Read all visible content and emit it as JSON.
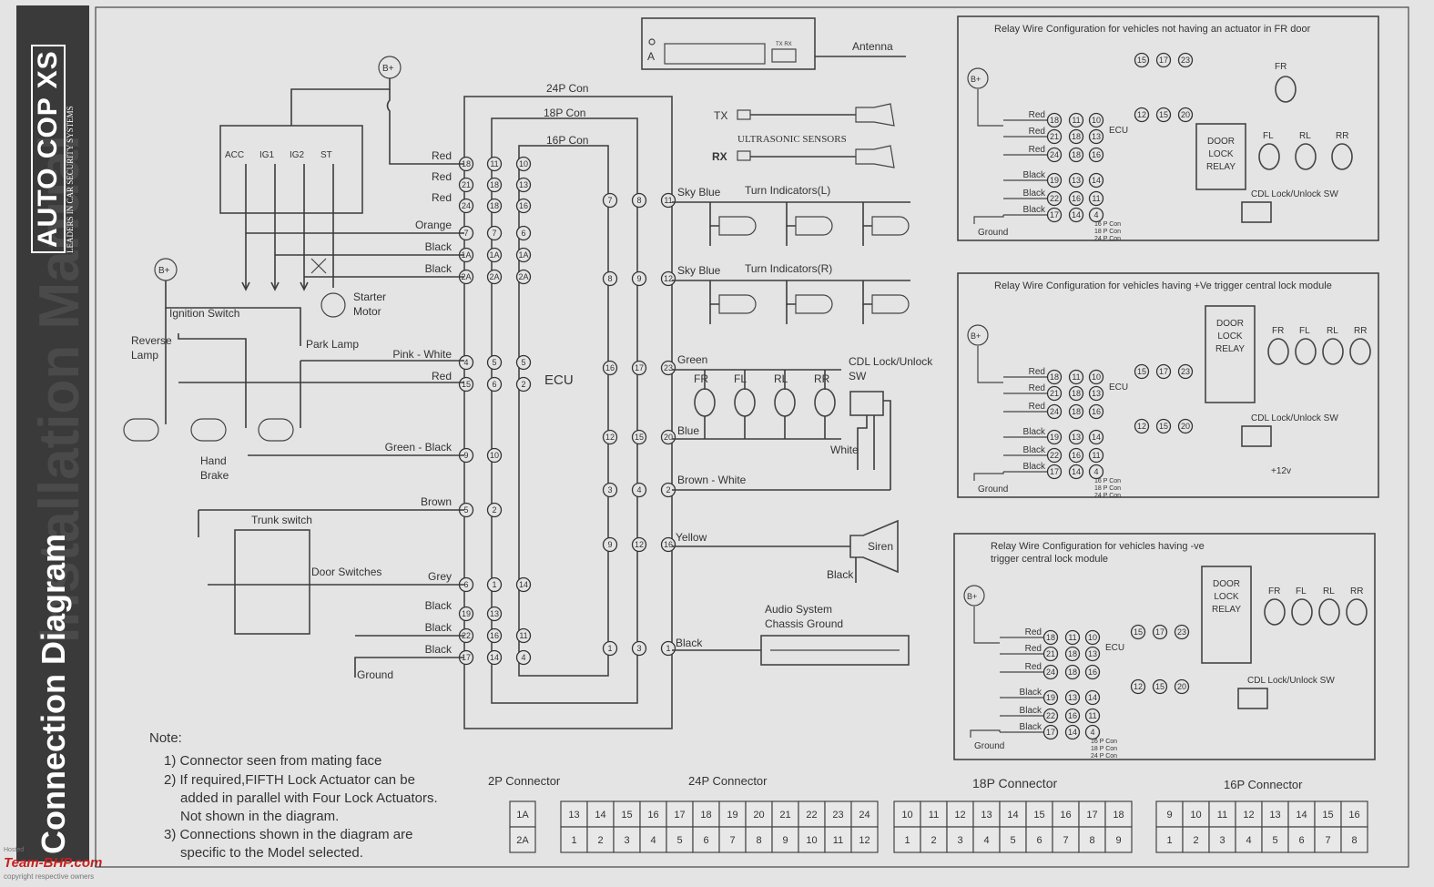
{
  "sidebar": {
    "brand": "AUTO COP XS",
    "tagline": "LEADERS IN CAR SECURITY SYSTEMS",
    "watermark": "Installation Manual",
    "title": "Connection Diagram",
    "footer_site": "Team-BHP.com",
    "footer_copy": "copyright respective owners",
    "footer_host": "Hosted"
  },
  "main": {
    "connectors": {
      "c24": "24P Con",
      "c18": "18P Con",
      "c16": "16P Con"
    },
    "ecu": "ECU",
    "antenna_block": {
      "label": "Antenna",
      "letter": "A",
      "tx_rx": "TX RX"
    },
    "ultrasonic": {
      "tx": "TX",
      "rx": "RX",
      "label": "ULTRASONIC SENSORS"
    },
    "power": {
      "bplus": "B+"
    },
    "ignition": {
      "acc": "ACC",
      "ig1": "IG1",
      "ig2": "IG2",
      "st": "ST"
    },
    "left_labels": {
      "starter": "Starter",
      "motor": "Motor",
      "ignition_switch": "Ignition Switch",
      "reverse": "Reverse",
      "lamp": "Lamp",
      "park_lamp": "Park Lamp",
      "hand": "Hand",
      "brake": "Brake",
      "trunk": "Trunk switch",
      "door": "Door Switches",
      "ground": "Ground"
    },
    "left_wires": [
      "Red",
      "Red",
      "Red",
      "Orange",
      "Black",
      "Black",
      "Pink - White",
      "Red",
      "Green  - Black",
      "Brown",
      "Grey",
      "Black",
      "Black",
      "Black"
    ],
    "pins24": [
      "18",
      "21",
      "24",
      "7",
      "1A",
      "2A",
      "4",
      "15",
      "9",
      "5",
      "6",
      "19",
      "22",
      "17"
    ],
    "pins18": [
      "11",
      "18",
      "18",
      "7",
      "1A",
      "2A",
      "5",
      "6",
      "10",
      "2",
      "1",
      "13",
      "16",
      "14"
    ],
    "pins16": [
      "10",
      "13",
      "16",
      "6",
      "1A",
      "2A",
      "5",
      "2",
      "14",
      "11",
      "4"
    ],
    "mid_pins": {
      "a": [
        "7",
        "8",
        "16",
        "12",
        "3",
        "9",
        "1"
      ],
      "b": [
        "8",
        "9",
        "17",
        "15",
        "4",
        "12",
        "3"
      ],
      "c": [
        "11",
        "12",
        "23",
        "20",
        "2",
        "16",
        "1"
      ]
    },
    "right_wires": {
      "sky1": "Sky Blue",
      "turnL": "Turn Indicators(L)",
      "sky2": "Sky Blue",
      "turnR": "Turn Indicators(R)",
      "green": "Green",
      "blue": "Blue",
      "brown_white": "Brown - White",
      "yellow": "Yellow",
      "siren": "Siren",
      "black_siren": "Black",
      "audio1": "Audio System",
      "audio2": "Chassis Ground",
      "black_audio": "Black",
      "cdl1": "CDL Lock/Unlock",
      "cdl2": "SW",
      "white": "White"
    },
    "motors": [
      "FR",
      "FL",
      "RL",
      "RR"
    ],
    "notes": {
      "title": "Note:",
      "n1": "1) Connector  seen from mating face",
      "n2a": "2) If required,FIFTH Lock Actuator can be",
      "n2b": "added in parallel with Four Lock Actuators.",
      "n2c": "Not shown in the diagram.",
      "n3a": "3) Connections shown in the diagram are",
      "n3b": "specific to the Model selected."
    }
  },
  "relay_panels": [
    {
      "title": "Relay Wire Configuration for vehicles not having an actuator in FR door",
      "ground": "Ground",
      "ecu": "ECU",
      "relay1": "DOOR",
      "relay2": "LOCK",
      "relay3": "RELAY",
      "sw": "CDL Lock/Unlock SW",
      "extra": "",
      "motors": [
        "FL",
        "RL",
        "RR"
      ],
      "top_motor": "FR"
    },
    {
      "title": "Relay Wire Configuration for vehicles  having +Ve trigger central lock module",
      "ground": "Ground",
      "ecu": "ECU",
      "relay1": "DOOR",
      "relay2": "LOCK",
      "relay3": "RELAY",
      "sw": "CDL Lock/Unlock SW",
      "extra": "+12v",
      "motors": [
        "FR",
        "FL",
        "RL",
        "RR"
      ]
    },
    {
      "title": "Relay Wire Configuration for vehicles having -ve",
      "title2": "trigger central lock module",
      "ground": "Ground",
      "ecu": "ECU",
      "relay1": "DOOR",
      "relay2": "LOCK",
      "relay3": "RELAY",
      "sw": "CDL Lock/Unlock SW",
      "extra": "",
      "motors": [
        "FR",
        "FL",
        "RL",
        "RR"
      ]
    }
  ],
  "relay_wires": [
    "Red",
    "Red",
    "Red",
    "Black",
    "Black",
    "Black"
  ],
  "relay_pins": {
    "c24": [
      "18",
      "21",
      "24",
      "19",
      "22",
      "17"
    ],
    "c18": [
      "11",
      "18",
      "18",
      "13",
      "16",
      "14"
    ],
    "c16": [
      "10",
      "13",
      "16",
      "14",
      "11",
      "4"
    ],
    "top": [
      "15",
      "17",
      "23"
    ],
    "bottom": [
      "12",
      "15",
      "20"
    ]
  },
  "relay_con_labels": [
    "16 P Con",
    "18 P Con",
    "24 P Con"
  ],
  "bottom_connectors": {
    "p2": {
      "title": "2P Connector",
      "cells": [
        "1A",
        "2A"
      ]
    },
    "p24": {
      "title": "24P Connector",
      "top": [
        "13",
        "14",
        "15",
        "16",
        "17",
        "18",
        "19",
        "20",
        "21",
        "22",
        "23",
        "24"
      ],
      "bottom": [
        "1",
        "2",
        "3",
        "4",
        "5",
        "6",
        "7",
        "8",
        "9",
        "10",
        "11",
        "12"
      ]
    },
    "p18": {
      "title": "18P Connector",
      "top": [
        "10",
        "11",
        "12",
        "13",
        "14",
        "15",
        "16",
        "17",
        "18"
      ],
      "bottom": [
        "1",
        "2",
        "3",
        "4",
        "5",
        "6",
        "7",
        "8",
        "9"
      ]
    },
    "p16": {
      "title": "16P Connector",
      "top": [
        "9",
        "10",
        "11",
        "12",
        "13",
        "14",
        "15",
        "16"
      ],
      "bottom": [
        "1",
        "2",
        "3",
        "4",
        "5",
        "6",
        "7",
        "8"
      ]
    }
  }
}
